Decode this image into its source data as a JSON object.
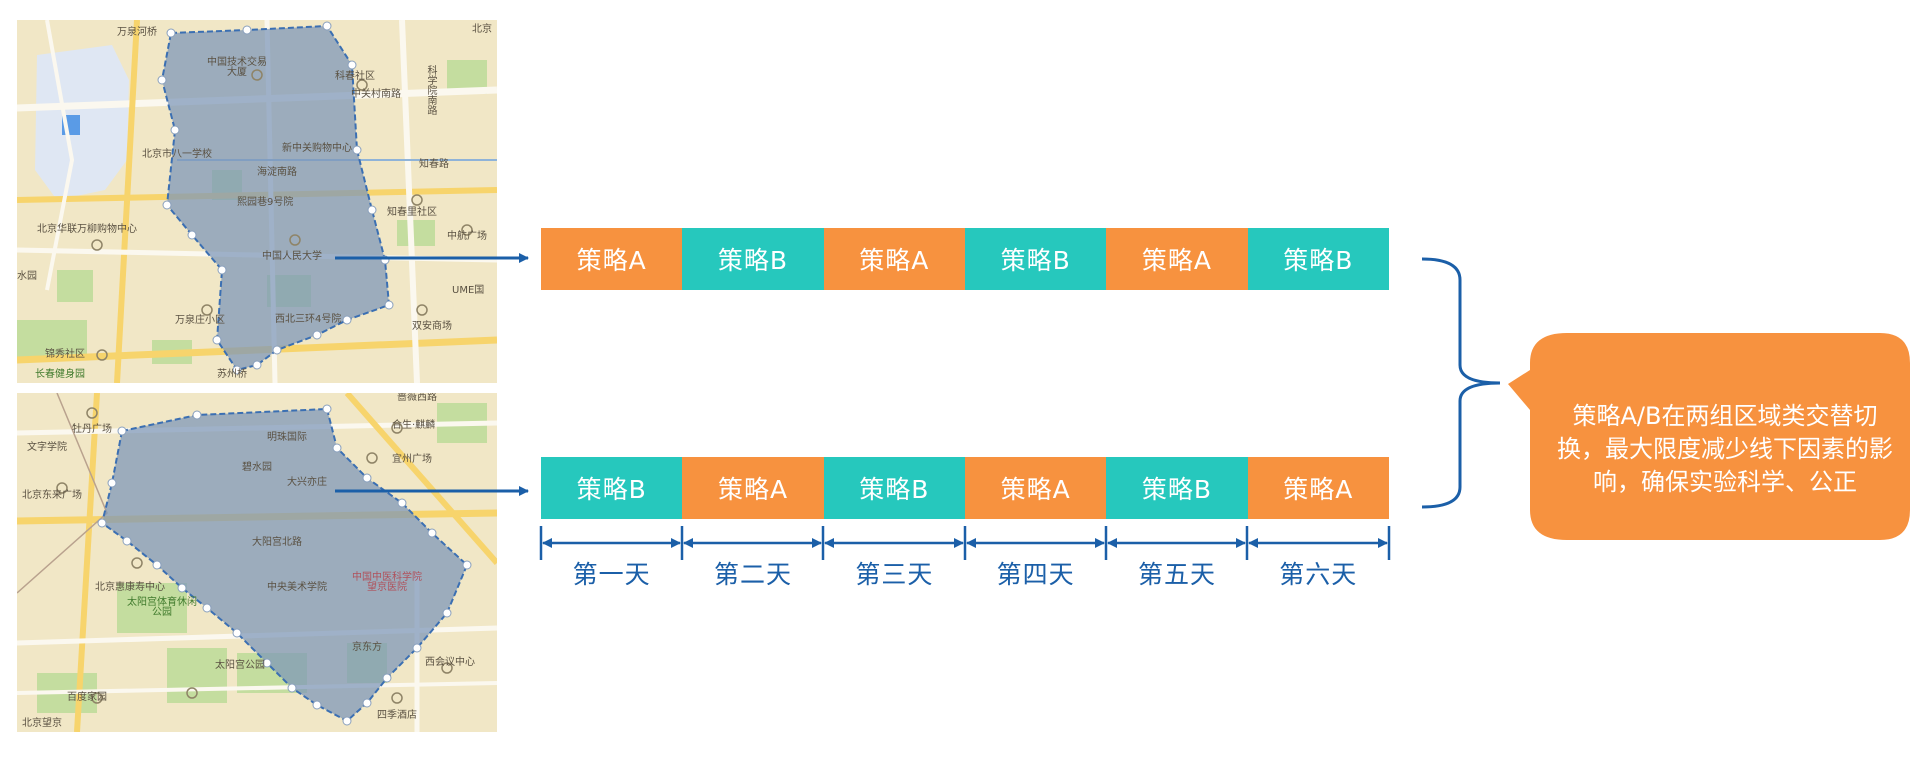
{
  "maps": {
    "top": {
      "labels": [
        "万泉河桥",
        "中国技术交易大厦",
        "科春社区",
        "中关村南路",
        "科学院南路",
        "北京市八一学校",
        "新中关购物中心",
        "知春路",
        "海淀南路",
        "熙园巷9号院",
        "知春里社区",
        "中航广场",
        "北京华联万柳购物中心",
        "中国人民大学",
        "UME国",
        "水园",
        "万泉庄小区",
        "西北三环4号院",
        "双安商场",
        "锦秀社区",
        "长春健身园",
        "苏州桥",
        "北京"
      ]
    },
    "bottom": {
      "labels": [
        "蔷薇西路",
        "牡丹广场",
        "合生·麒麟",
        "文字学院",
        "宜州广场",
        "北京东来广场",
        "明珠国际",
        "碧水园",
        "大兴亦庄",
        "大阳宫北路",
        "北京惠康寿中心",
        "太阳宫体育休闲公园",
        "中央美术学院",
        "中国中医科学院望京医院",
        "京东方",
        "太阳宫公园",
        "百度家园",
        "北京望京",
        "西会议中心",
        "四季酒店"
      ]
    }
  },
  "rows": {
    "top": [
      {
        "label": "策略A",
        "strategy": "A"
      },
      {
        "label": "策略B",
        "strategy": "B"
      },
      {
        "label": "策略A",
        "strategy": "A"
      },
      {
        "label": "策略B",
        "strategy": "B"
      },
      {
        "label": "策略A",
        "strategy": "A"
      },
      {
        "label": "策略B",
        "strategy": "B"
      }
    ],
    "bottom": [
      {
        "label": "策略B",
        "strategy": "B"
      },
      {
        "label": "策略A",
        "strategy": "A"
      },
      {
        "label": "策略B",
        "strategy": "B"
      },
      {
        "label": "策略A",
        "strategy": "A"
      },
      {
        "label": "策略B",
        "strategy": "B"
      },
      {
        "label": "策略A",
        "strategy": "A"
      }
    ]
  },
  "days": [
    "第一天",
    "第二天",
    "第三天",
    "第四天",
    "第五天",
    "第六天"
  ],
  "callout": {
    "text": "策略A/B在两组区域类交替切换，最大限度减少线下因素的影响，确保实验科学、公正"
  },
  "colors": {
    "strategy_a": "#f7923f",
    "strategy_b": "#26c8bd",
    "arrow": "#1b5fa8",
    "callout": "#f7923f"
  }
}
